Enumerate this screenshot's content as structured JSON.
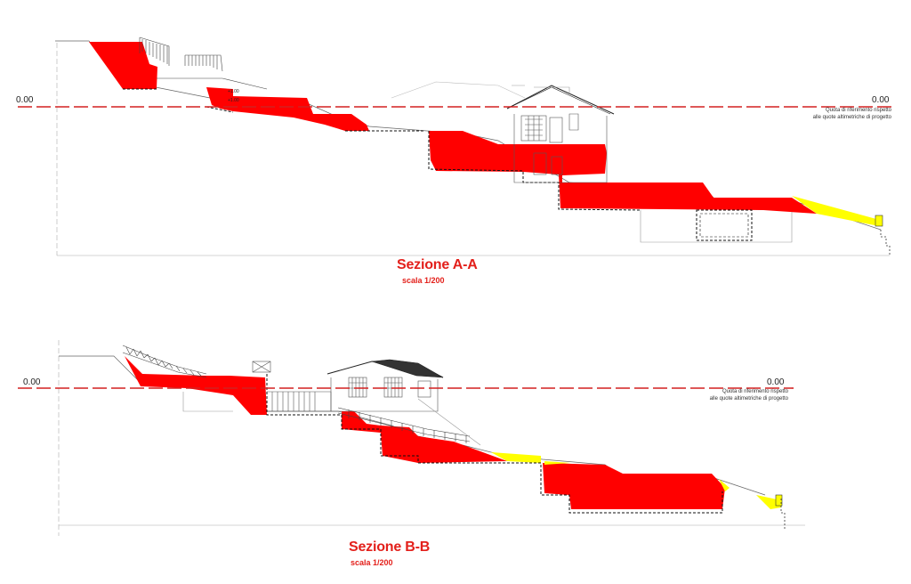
{
  "section_a": {
    "title": "Sezione A-A",
    "scale": "scala 1/200",
    "datum_left": "0.00",
    "datum_right": "0.00",
    "note_line1": "Quota di riferimento rispetto",
    "note_line2": "alle quote altimetriche di progetto",
    "level_1": "+1.00",
    "level_2": "+1.00"
  },
  "section_b": {
    "title": "Sezione B-B",
    "scale": "scala 1/200",
    "datum_left": "0.00",
    "datum_right": "0.00",
    "note_line1": "Quota di riferimento rispetto",
    "note_line2": "alle quote altimetriche di progetto"
  },
  "colors": {
    "cut": "#ff0000",
    "fill": "#ffff00",
    "datum_line": "#d42020",
    "title": "#e3201b"
  }
}
